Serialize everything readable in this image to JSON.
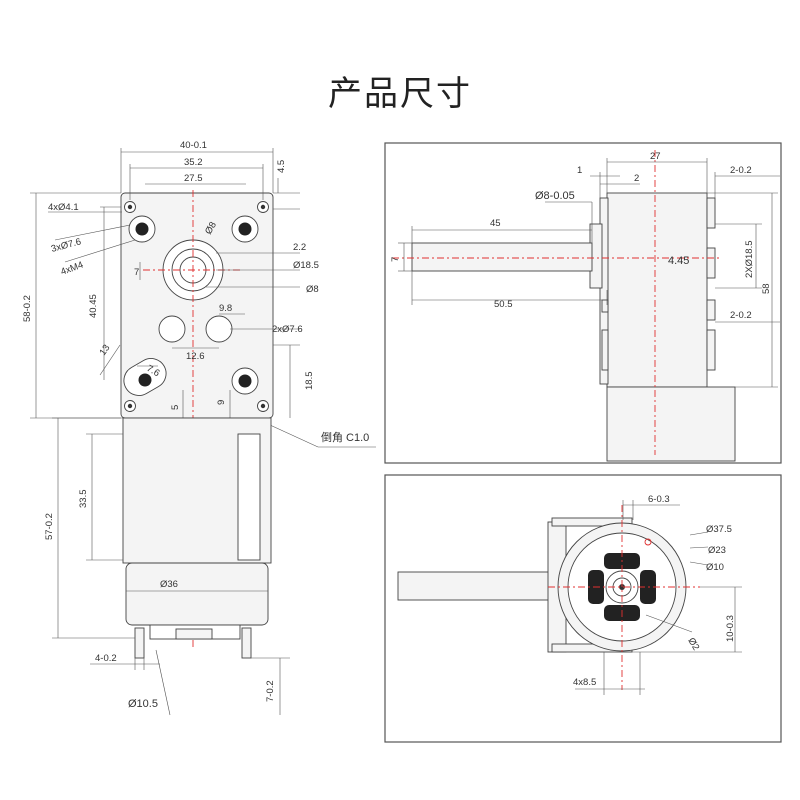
{
  "title": "产品尺寸",
  "front_view": {
    "dims": {
      "width_total": "40-0.1",
      "width_hole": "35.2",
      "width_inner": "27.5",
      "top_offset": "4.5",
      "mount_hole": "4xØ4.1",
      "screw_hole": "3xØ7.6",
      "thread": "4xM4",
      "shaft_dia": "Ø8",
      "boss_offset": "2.2",
      "boss_dia": "Ø18.5",
      "bore_dia": "Ø8",
      "shaft_offset": "7",
      "height_total": "58-0.2",
      "height_inner": "40.45",
      "hole_spacing": "9.8",
      "pair_holes": "2xØ7.6",
      "pair_spacing": "12.6",
      "angle_size": "13",
      "slot_size": "7.6",
      "bottom_height": "18.5",
      "gap_5": "5",
      "gap_9": "9",
      "chamfer": "倒角 C1.0"
    }
  },
  "motor_view": {
    "dims": {
      "motor_length": "57-0.2",
      "can_length": "33.5",
      "motor_dia": "Ø36",
      "terminal_width": "4-0.2",
      "bearing_dia": "Ø10.5",
      "terminal_len": "7-0.2"
    }
  },
  "side_view": {
    "dims": {
      "body_width": "27",
      "step_1": "1",
      "step_2": "2",
      "right_flange": "2-0.2",
      "shaft_dia": "Ø8-0.05",
      "shaft_len_45": "45",
      "shaft_offset": "7",
      "center_off": "4.45",
      "boss_dia": "2XØ18.5",
      "height": "58",
      "shaft_len_total": "50.5",
      "right_flange_lower": "2-0.2"
    }
  },
  "end_view": {
    "dims": {
      "terminal_gap": "6-0.3",
      "outer_dia": "Ø37.5",
      "ring_dia": "Ø23",
      "inner_dia": "Ø10",
      "small_dia": "Ø2",
      "depth": "10-0.3",
      "slot_width": "4x8.5"
    }
  },
  "colors": {
    "centerline": "#e03030",
    "line": "#333333"
  }
}
